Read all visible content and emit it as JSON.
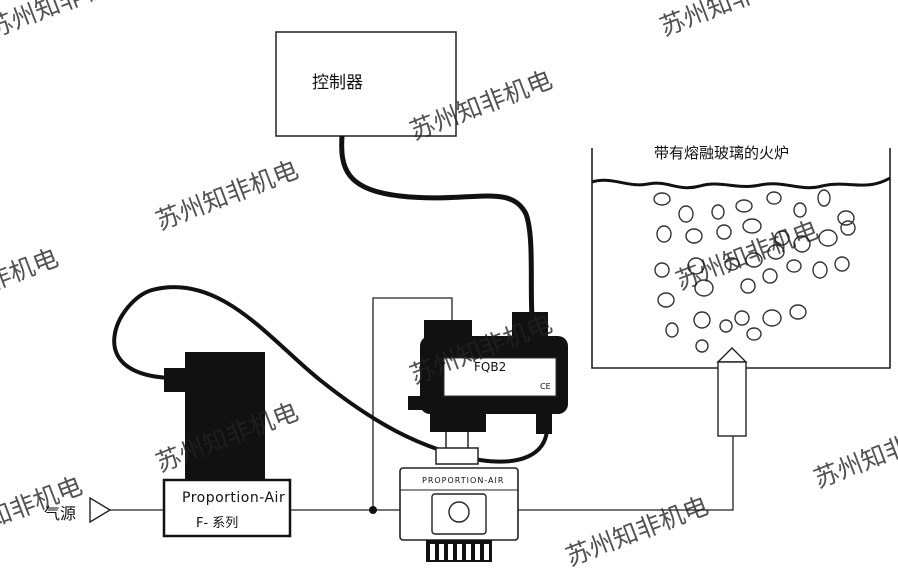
{
  "labels": {
    "controller": "控制器",
    "furnace": "带有熔融玻璃的火炉",
    "air_source": "气源",
    "proportion_air_title": "Proportion-Air",
    "proportion_air_series": "F- 系列",
    "valve_brand": "PROPORTION-AIR",
    "sensor_model": "FQB2",
    "ce_mark": "CE"
  },
  "watermark": "苏州知非机电",
  "colors": {
    "line": "#111111",
    "background": "#ffffff",
    "device_fill": "#111111",
    "label_fill": "#ffffff"
  }
}
